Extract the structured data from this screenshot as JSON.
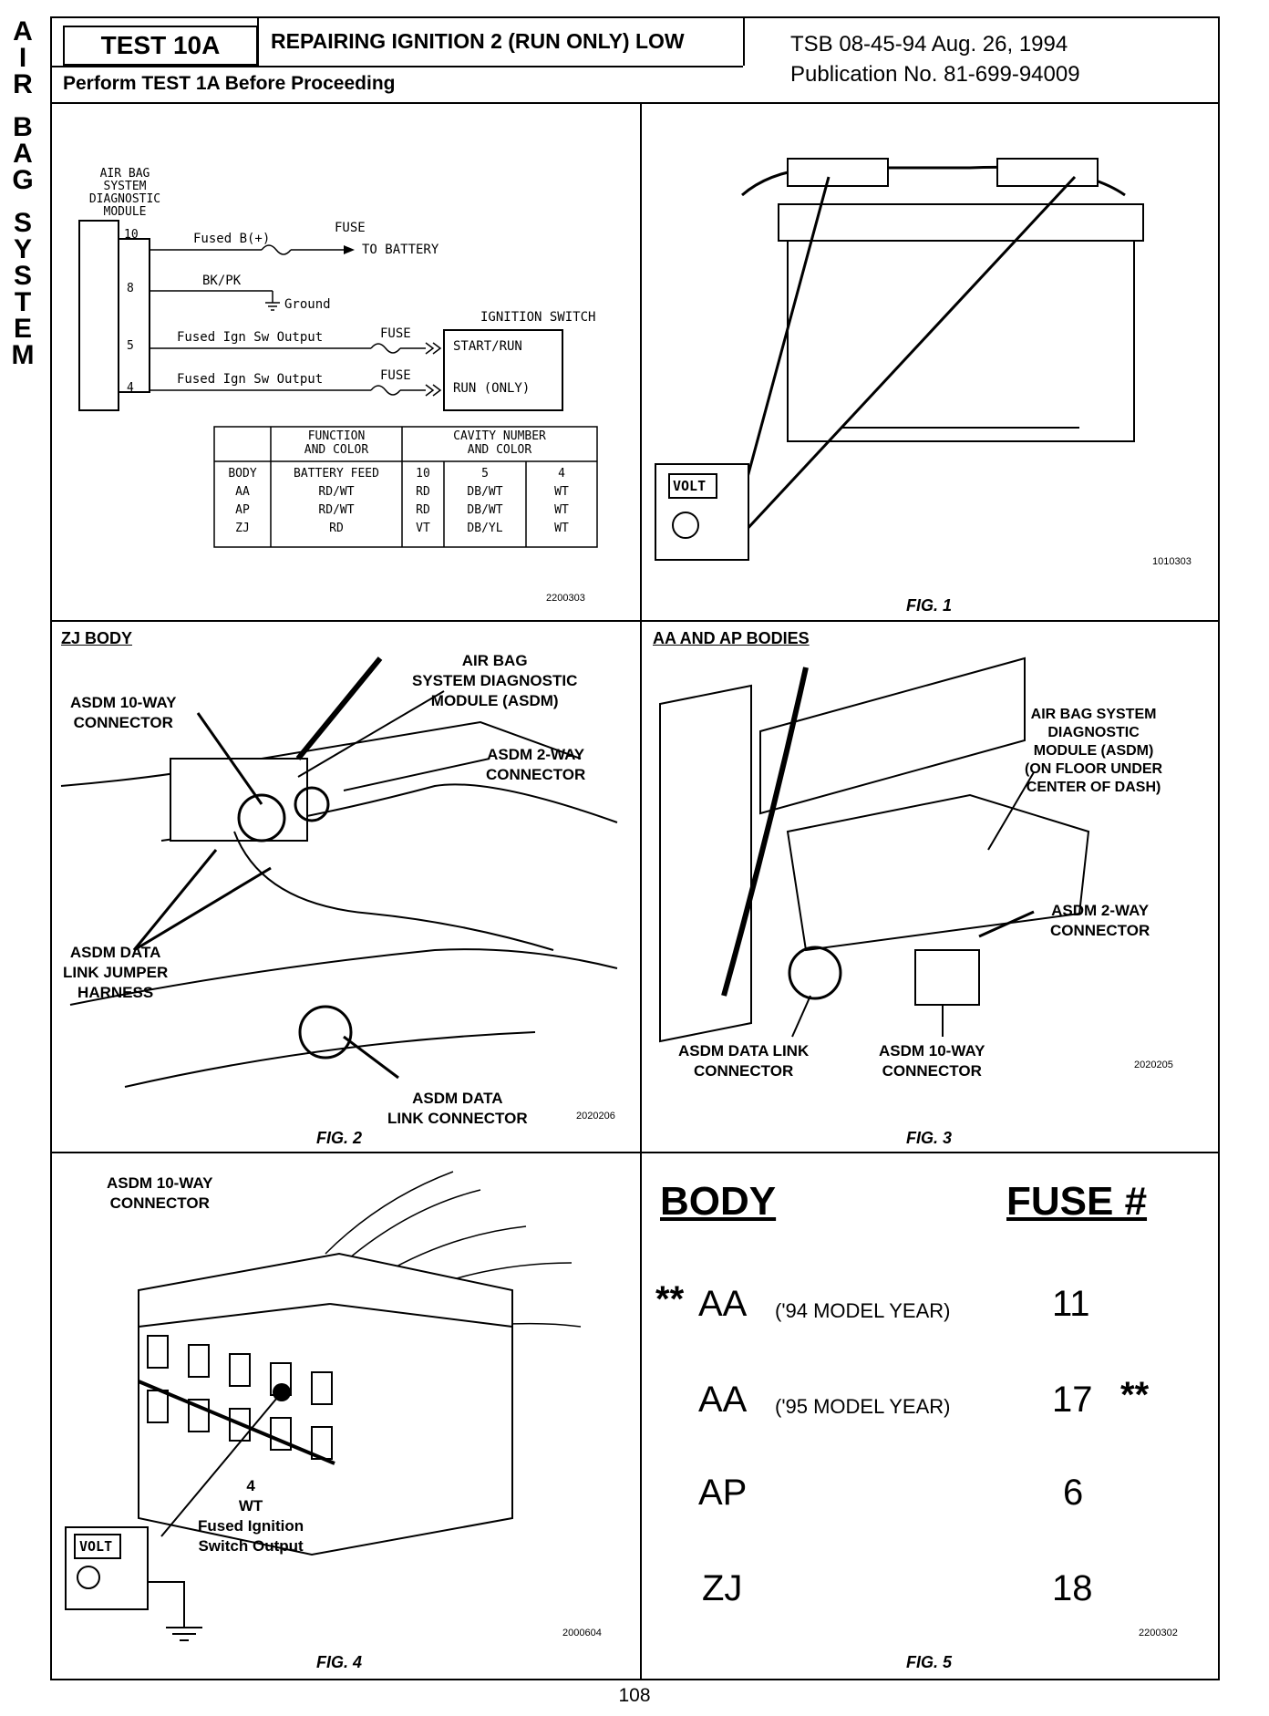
{
  "side_label": [
    "A",
    "I",
    "R",
    "",
    "B",
    "A",
    "G",
    "",
    "S",
    "Y",
    "S",
    "T",
    "E",
    "M"
  ],
  "header": {
    "test_id": "TEST 10A",
    "title": "REPAIRING IGNITION 2 (RUN ONLY) LOW",
    "subtitle": "Perform TEST 1A Before Proceeding",
    "tsb": "TSB 08-45-94  Aug. 26, 1994",
    "publication": "Publication No. 81-699-94009"
  },
  "schematic": {
    "module_label": [
      "AIR BAG",
      "SYSTEM",
      "DIAGNOSTIC",
      "MODULE"
    ],
    "pins": [
      "10",
      "8",
      "5",
      "4"
    ],
    "wire_10": "Fused B(+)",
    "fuse_label": "FUSE",
    "to_battery": "TO BATTERY",
    "wire_8": "BK/PK",
    "ground": "Ground",
    "ignition_switch": "IGNITION SWITCH",
    "wire_5": "Fused Ign Sw Output",
    "wire_4": "Fused Ign Sw Output",
    "start_run": "START/RUN",
    "run_only": "RUN (ONLY)",
    "table": {
      "col_function": [
        "FUNCTION",
        "AND COLOR"
      ],
      "col_cavity": [
        "CAVITY NUMBER",
        "AND COLOR"
      ],
      "rows": [
        {
          "body": "BODY",
          "func": "BATTERY FEED",
          "c10": "10",
          "c5": "5",
          "c4": "4"
        },
        {
          "body": "AA",
          "func": "RD/WT",
          "c10": "RD",
          "c5": "DB/WT",
          "c4": "WT"
        },
        {
          "body": "AP",
          "func": "RD/WT",
          "c10": "RD",
          "c5": "DB/WT",
          "c4": "WT"
        },
        {
          "body": "ZJ",
          "func": "RD",
          "c10": "VT",
          "c5": "DB/YL",
          "c4": "WT"
        }
      ]
    },
    "part_number": "2200303"
  },
  "fig1": {
    "caption": "FIG. 1",
    "part_number": "1010303",
    "meter_label": "VOLT"
  },
  "fig2": {
    "section": "ZJ BODY",
    "caption": "FIG. 2",
    "part_number": "2020206",
    "callouts": {
      "asdm": [
        "AIR BAG",
        "SYSTEM DIAGNOSTIC",
        "MODULE (ASDM)"
      ],
      "ten_way": [
        "ASDM 10-WAY",
        "CONNECTOR"
      ],
      "two_way": [
        "ASDM 2-WAY",
        "CONNECTOR"
      ],
      "jumper": [
        "ASDM DATA",
        "LINK JUMPER",
        "HARNESS"
      ],
      "data_link": [
        "ASDM DATA",
        "LINK CONNECTOR"
      ]
    }
  },
  "fig3": {
    "section": "AA AND AP BODIES",
    "caption": "FIG. 3",
    "part_number": "2020205",
    "callouts": {
      "asdm": [
        "AIR BAG SYSTEM",
        "DIAGNOSTIC",
        "MODULE (ASDM)",
        "(ON FLOOR UNDER",
        "CENTER OF DASH)"
      ],
      "two_way": [
        "ASDM 2-WAY",
        "CONNECTOR"
      ],
      "data_link": [
        "ASDM DATA LINK",
        "CONNECTOR"
      ],
      "ten_way": [
        "ASDM 10-WAY",
        "CONNECTOR"
      ]
    }
  },
  "fig4": {
    "title": [
      "ASDM 10-WAY",
      "CONNECTOR"
    ],
    "caption": "FIG. 4",
    "part_number": "2000604",
    "pin_label": [
      "4",
      "WT",
      "Fused Ignition",
      "Switch Output"
    ],
    "meter_label": "VOLT"
  },
  "fig5": {
    "col_body": "BODY",
    "col_fuse": "FUSE #",
    "rows": [
      {
        "mark": "**",
        "body": "AA",
        "note": "('94 MODEL YEAR)",
        "fuse": "11",
        "mark2": ""
      },
      {
        "mark": "",
        "body": "AA",
        "note": "('95 MODEL YEAR)",
        "fuse": "17",
        "mark2": "**"
      },
      {
        "mark": "",
        "body": "AP",
        "note": "",
        "fuse": "6",
        "mark2": ""
      },
      {
        "mark": "",
        "body": "ZJ",
        "note": "",
        "fuse": "18",
        "mark2": ""
      }
    ],
    "caption": "FIG. 5",
    "part_number": "2200302"
  },
  "page_number": "108"
}
